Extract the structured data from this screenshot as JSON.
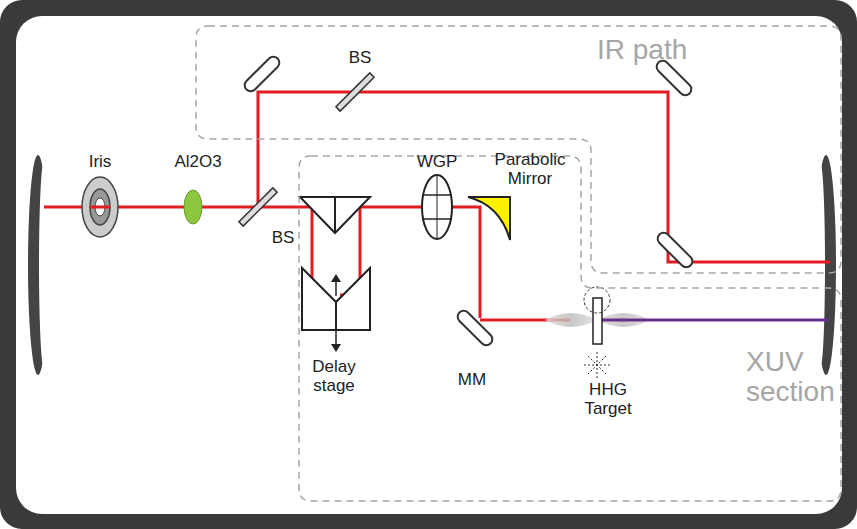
{
  "diagram": {
    "nodes": [
      {
        "text": [
          "IR path"
        ]
      },
      {
        "text": [
          "XUV section"
        ]
      }
    ],
    "labels": [
      "BS",
      "Iris",
      "Al2O3",
      "BS",
      "WGP",
      "Parabolic Mirror",
      "Delay stage",
      "MM",
      "HHG Target"
    ]
  }
}
